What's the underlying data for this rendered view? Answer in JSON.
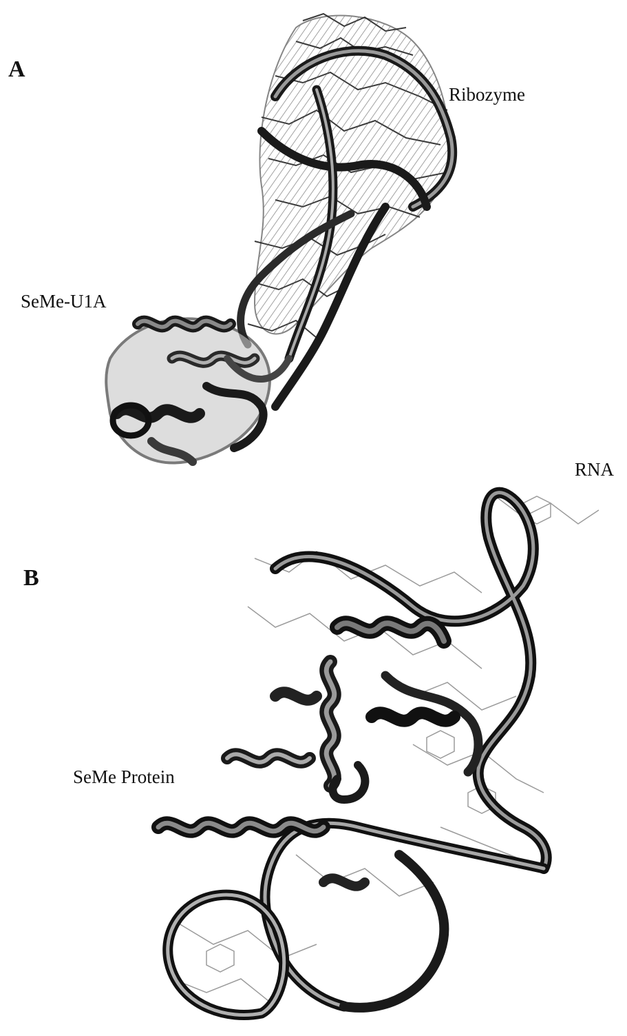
{
  "panels": [
    {
      "letter": "A",
      "labels": {
        "ribozyme": "Ribozyme",
        "protein": "SeMe-U1A"
      }
    },
    {
      "letter": "B",
      "labels": {
        "rna": "RNA",
        "protein": "SeMe Protein"
      }
    }
  ],
  "colors": {
    "ribbon_dark": "#1a1a1a",
    "ribbon_mid": "#6b6b6b",
    "ribbon_light": "#b8b8b8",
    "stick_line": "#7a7a7a"
  },
  "icons": {
    "panel_a": "ribozyme-u1a-complex-structure-icon",
    "panel_b": "rna-protein-complex-structure-icon"
  }
}
